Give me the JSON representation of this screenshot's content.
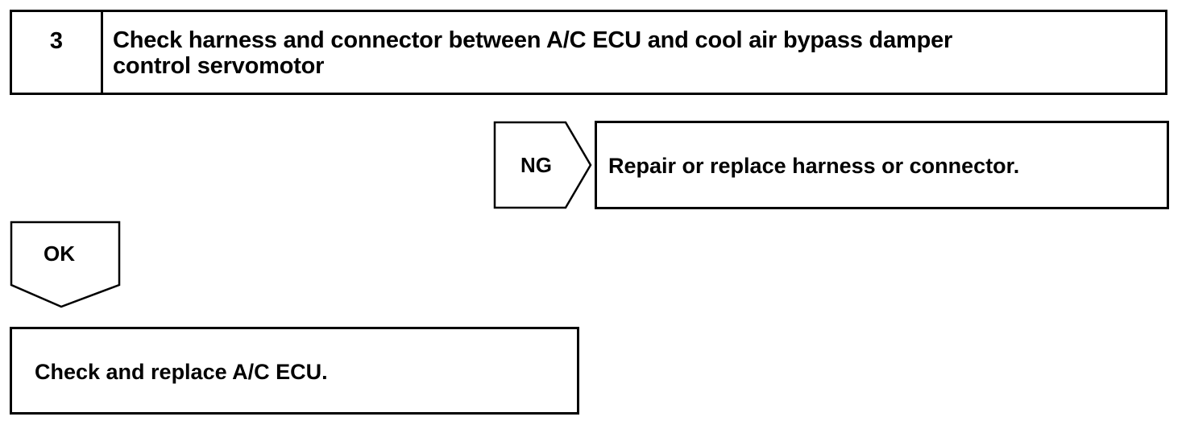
{
  "step": {
    "number": "3",
    "title_line1": "Check harness and connector between A/C ECU and cool air bypass damper",
    "title_line2": "control servomotor"
  },
  "branches": {
    "ng": {
      "label": "NG",
      "action": "Repair or replace harness or connector."
    },
    "ok": {
      "label": "OK",
      "action": "Check and replace A/C ECU."
    }
  }
}
